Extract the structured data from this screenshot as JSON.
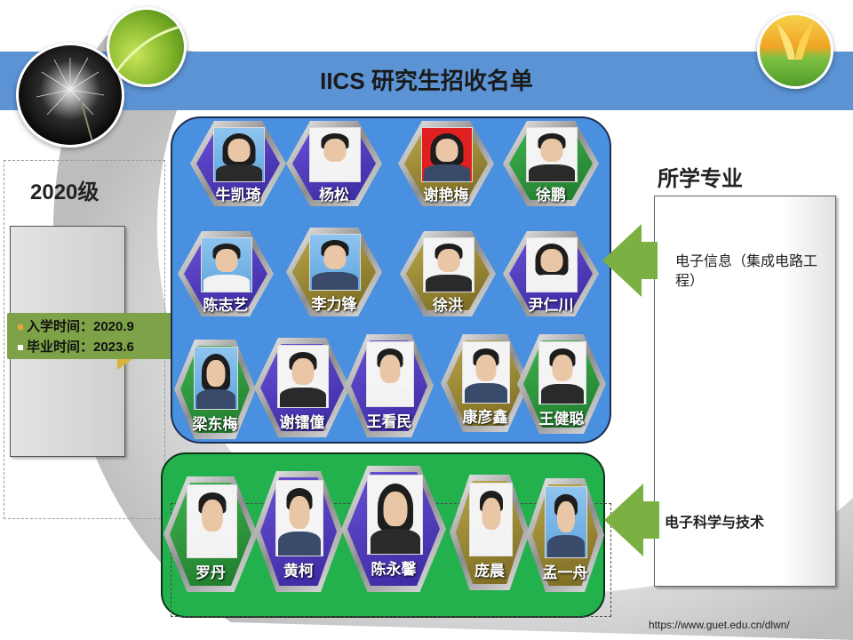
{
  "title": "IICS 研究生招收名单",
  "left": {
    "year": "2020级",
    "enroll": "入学时间：2020.9",
    "graduate": "毕业时间：2023.6"
  },
  "majors": {
    "heading": "所学专业",
    "major1": "电子信息（集成电路工程）",
    "major2": "电子科学与技术"
  },
  "students_blue": [
    "牛凯琦",
    "杨松",
    "谢艳梅",
    "徐鹏",
    "陈志艺",
    "李力锋",
    "徐洪",
    "尹仁川",
    "梁东梅",
    "谢镭僮",
    "王看民",
    "康彦鑫",
    "王健聪"
  ],
  "students_green": [
    "罗丹",
    "黄柯",
    "陈永馨",
    "庞晨",
    "孟一舟"
  ],
  "url": "https://www.guet.edu.cn/dlwn/",
  "colors": {
    "header": "#5b93d4",
    "blue_panel": "#4a90e0",
    "green_panel": "#22b14c",
    "date_box": "#7ea247"
  }
}
